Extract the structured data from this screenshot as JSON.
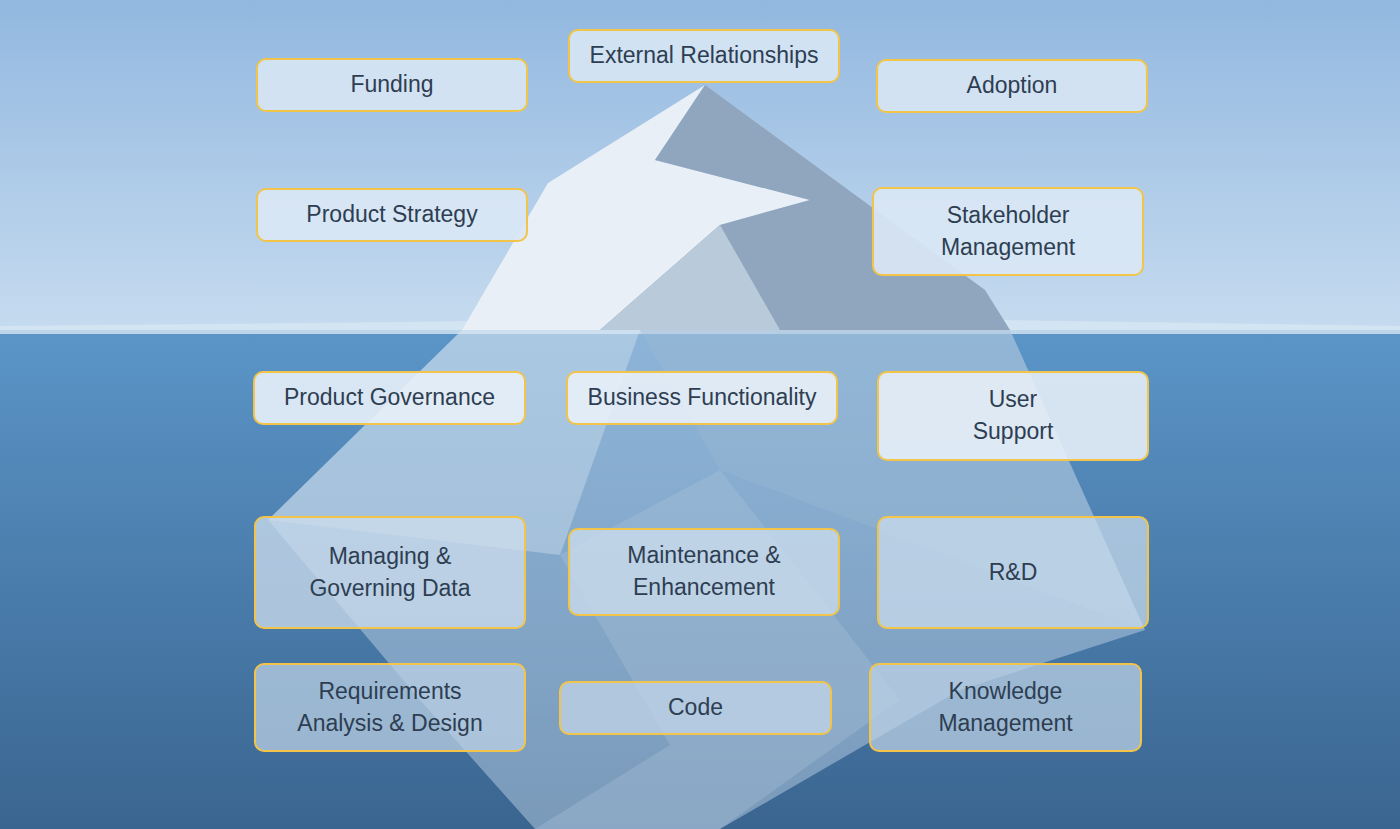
{
  "diagram": {
    "nodes": [
      {
        "text": [
          "Funding"
        ]
      },
      {
        "text": [
          "External Relationships"
        ]
      },
      {
        "text": [
          "Adoption"
        ]
      },
      {
        "text": [
          "Product Strategy"
        ]
      },
      {
        "text": [
          "Stakeholder Management"
        ]
      },
      {
        "text": [
          "Product Governance"
        ]
      },
      {
        "text": [
          "Business Functionality"
        ]
      },
      {
        "text": [
          "User Support"
        ]
      },
      {
        "text": [
          "Managing & Governing Data"
        ]
      },
      {
        "text": [
          "Maintenance & Enhancement"
        ]
      },
      {
        "text": [
          "R&D"
        ]
      },
      {
        "text": [
          "Requirements Analysis & Design"
        ]
      },
      {
        "text": [
          "Code"
        ]
      },
      {
        "text": [
          "Knowledge Management"
        ]
      }
    ]
  }
}
